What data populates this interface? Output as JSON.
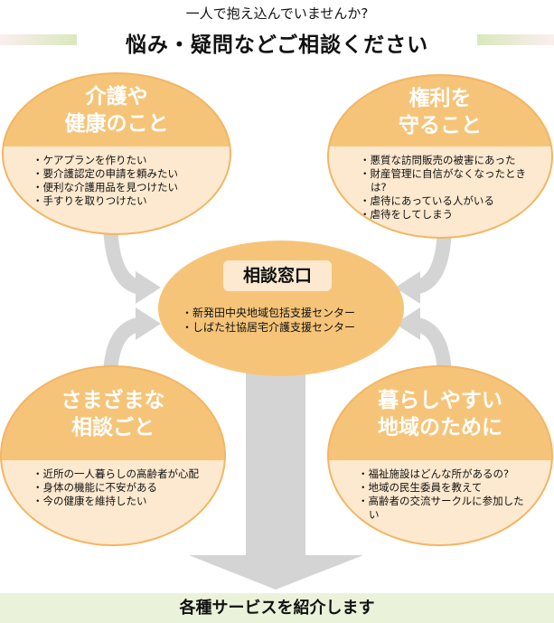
{
  "header": {
    "subtitle": "一人で抱え込んでいませんか?",
    "title": "悩み・疑問などご相談ください"
  },
  "topics": [
    {
      "title_line1": "介護や",
      "title_line2": "健康のこと",
      "items": [
        "ケアプランを作りたい",
        "要介護認定の申請を頼みたい",
        "便利な介護用品を見つけたい",
        "手すりを取りつけたい"
      ]
    },
    {
      "title_line1": "権利を",
      "title_line2": "守ること",
      "items": [
        "悪質な訪問販売の被害にあった",
        "財産管理に自信がなくなったときは?",
        "虐待にあっている人がいる",
        "虐待をしてしまう"
      ]
    },
    {
      "title_line1": "さまざまな",
      "title_line2": "相談ごと",
      "items": [
        "近所の一人暮らしの高齢者が心配",
        "身体の機能に不安がある",
        "今の健康を維持したい"
      ]
    },
    {
      "title_line1": "暮らしやすい",
      "title_line2": "地域のために",
      "items": [
        "福祉施設はどんな所があるの?",
        "地域の民生委員を教えて",
        "高齢者の交流サークルに参加したい"
      ]
    }
  ],
  "center": {
    "title": "相談窓口",
    "items": [
      "新発田中央地域包括支援センター",
      "しばた社協居宅介護支援センター"
    ]
  },
  "footer": {
    "text": "各種サービスを紹介します"
  },
  "colors": {
    "circle": "#f6c478",
    "panel": "#fde9cf",
    "arrow": "#d4d4d4",
    "footer": "#eaf2da"
  }
}
